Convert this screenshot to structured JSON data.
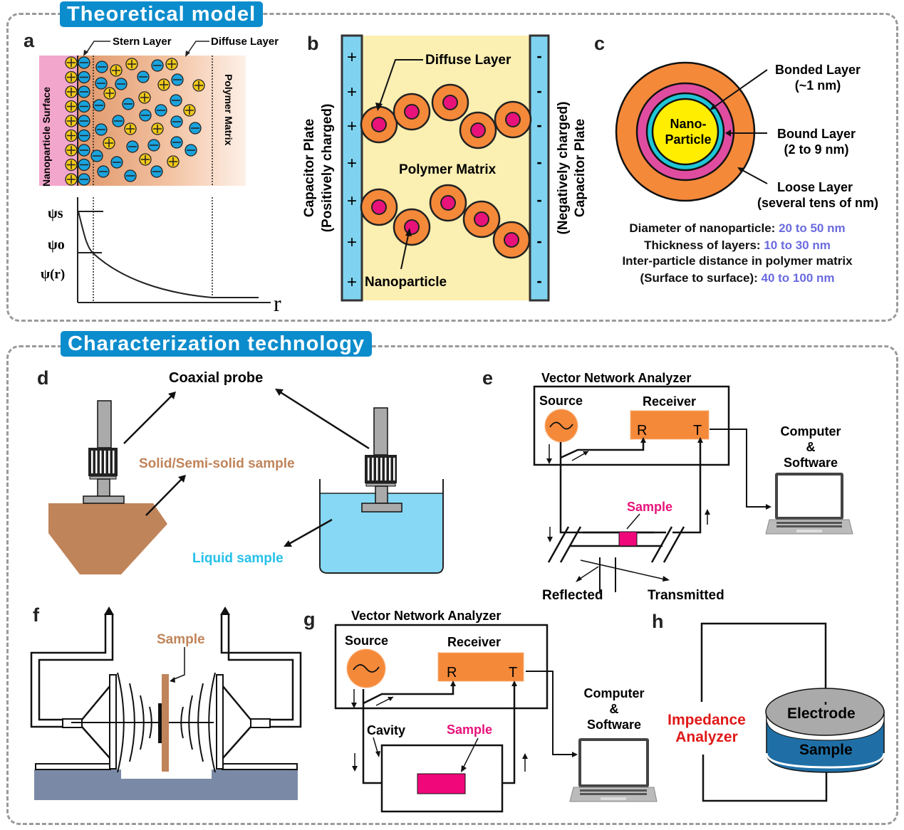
{
  "sections": {
    "theoretical": {
      "title": "Theoretical model"
    },
    "characterization": {
      "title": "Characterization technology"
    }
  },
  "panels": {
    "a": {
      "label": "a",
      "stern_layer": "Stern Layer",
      "diffuse_layer": "Diffuse Layer",
      "nanoparticle_surface": "Nanoparticle Surface",
      "polymer_matrix": "Polymer Matrix",
      "plot": {
        "psi_s": "ψs",
        "psi_o": "ψo",
        "psi_r": "ψ(r)",
        "x_axis": "r"
      },
      "positive_ion_color": "#f2c81a",
      "negative_ion_color": "#1aa3dd",
      "surface_color": "#f0a0c8"
    },
    "b": {
      "label": "b",
      "left_plate": [
        "Capacitor Plate",
        "(Positively charged)"
      ],
      "right_plate": [
        "(Negatively charged)",
        "Capacitor Plate"
      ],
      "diffuse_layer": "Diffuse Layer",
      "polymer_matrix": "Polymer Matrix",
      "nanoparticle": "Nanoparticle",
      "plus_sign": "+",
      "minus_sign": "-",
      "plate_color": "#7fd3f0",
      "matrix_color": "#fbf0b0",
      "shell_color": "#f5893a",
      "core_color": "#e8127a"
    },
    "c": {
      "label": "c",
      "core": [
        "Nano-",
        "Particle"
      ],
      "bonded": [
        "Bonded Layer",
        "(~1 nm)"
      ],
      "bound": [
        "Bound Layer",
        "(2 to 9 nm)"
      ],
      "loose": [
        "Loose Layer",
        "(several tens of nm)"
      ],
      "facts": [
        {
          "label": "Diameter of nanoparticle: ",
          "value": "20 to 50 nm"
        },
        {
          "label": "Thickness of layers: ",
          "value": "10 to 30 nm"
        },
        {
          "label": "Inter-particle distance in polymer matrix",
          "value": ""
        },
        {
          "label": "(Surface to surface): ",
          "value": "40 to 100 nm"
        }
      ],
      "value_color": "#6a6ae0"
    },
    "d": {
      "label": "d",
      "coaxial_probe": "Coaxial probe",
      "solid_sample": "Solid/Semi-solid sample",
      "liquid_sample": "Liquid sample",
      "solid_color": "#c0845a",
      "liquid_color": "#86d8f4"
    },
    "e": {
      "label": "e",
      "vna": "Vector Network Analyzer",
      "source": "Source",
      "receiver": "Receiver",
      "r": "R",
      "t": "T",
      "sample": "Sample",
      "reflected": "Reflected",
      "transmitted": "Transmitted",
      "computer": [
        "Computer",
        "&",
        "Software"
      ]
    },
    "f": {
      "label": "f",
      "sample": "Sample"
    },
    "g": {
      "label": "g",
      "vna": "Vector Network Analyzer",
      "source": "Source",
      "receiver": "Receiver",
      "r": "R",
      "t": "T",
      "cavity": "Cavity",
      "sample": "Sample",
      "computer": [
        "Computer",
        "&",
        "Software"
      ]
    },
    "h": {
      "label": "h",
      "analyzer": [
        "Impedance",
        "Analyzer"
      ],
      "electrode": "Electrode",
      "sample": "Sample"
    }
  }
}
